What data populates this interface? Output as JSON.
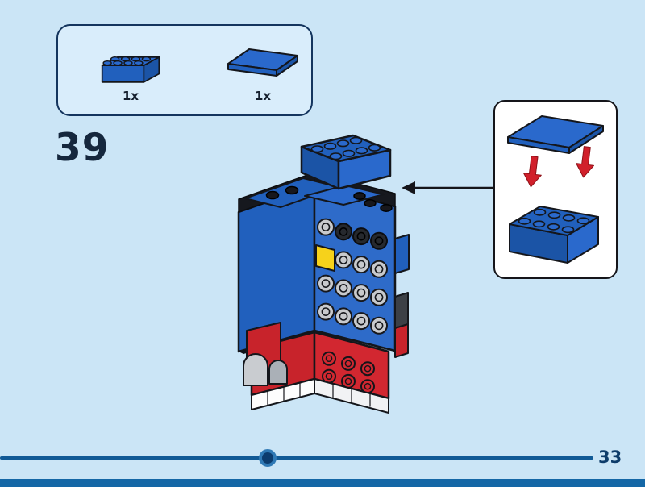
{
  "page": {
    "step_number": "39",
    "page_number": "33"
  },
  "parts_panel": {
    "items": [
      {
        "id": "brick-2x4-blue",
        "count_label": "1x"
      },
      {
        "id": "tile-2x4-blue",
        "count_label": "1x"
      }
    ]
  },
  "callout": {
    "pieces": [
      "tile-2x4-blue",
      "brick-2x4-blue"
    ],
    "arrow_color": "#d1202b"
  },
  "model": {
    "description_colors": {
      "lego_blue": "#2160bd",
      "lego_red": "#c8232b",
      "accent_yellow": "#f6d21b",
      "stud_gray": "#c8cacd"
    }
  },
  "progress": {
    "value_percent": 43,
    "line_color": "#115a96",
    "dot_color": "#0c3c6e"
  },
  "theme": {
    "background": "#cbe5f6",
    "panel_fill": "#d9edfb",
    "panel_border": "#14355e",
    "bottom_strip": "#1467a6"
  }
}
